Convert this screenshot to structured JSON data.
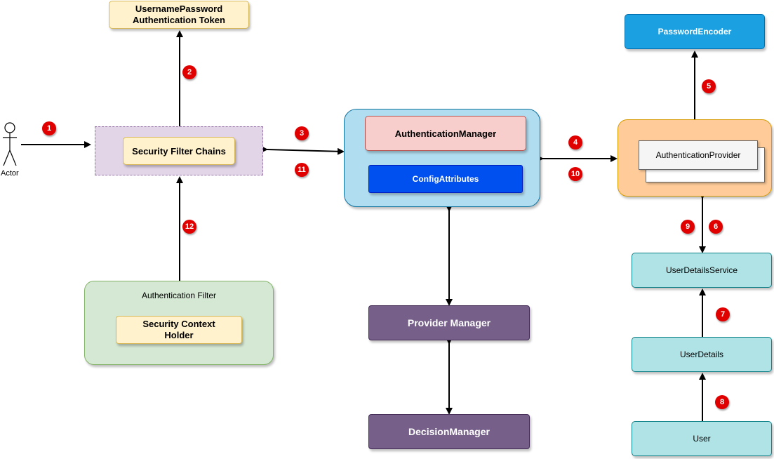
{
  "actor": {
    "label": "Actor"
  },
  "token": {
    "label": "UsernamePassword\nAuthentication Token"
  },
  "filter_chain": {
    "label": "Security Filter Chains"
  },
  "auth_filter": {
    "title": "Authentication Filter",
    "holder": "Security Context\nHolder"
  },
  "auth_manager": {
    "label": "AuthenticationManager",
    "config": "ConfigAttributes"
  },
  "provider_manager": {
    "label": "Provider Manager"
  },
  "decision_manager": {
    "label": "DecisionManager"
  },
  "password_encoder": {
    "label": "PasswordEncoder"
  },
  "auth_provider": {
    "label": "AuthenticationProvider"
  },
  "user_details_service": {
    "label": "UserDetailsService"
  },
  "user_details": {
    "label": "UserDetails"
  },
  "user": {
    "label": "User"
  },
  "steps": [
    "1",
    "2",
    "3",
    "4",
    "5",
    "6",
    "7",
    "8",
    "9",
    "10",
    "11",
    "12"
  ],
  "colors": {
    "badge": "#e00000",
    "encoder": "#1ba1e2",
    "purple": "#76608a",
    "config": "#0050ef",
    "teal": "#b0e3e6"
  }
}
